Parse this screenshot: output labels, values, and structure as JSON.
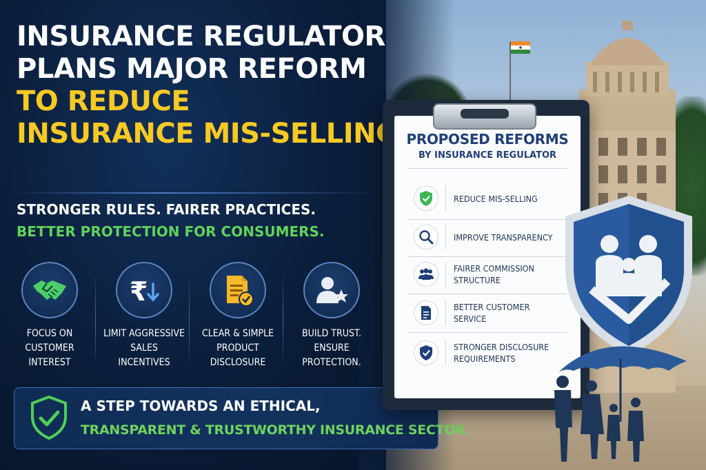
{
  "headline": {
    "line1": "INSURANCE REGULATOR",
    "line2": "PLANS MAJOR REFORM",
    "line3": "TO REDUCE",
    "line4": "INSURANCE MIS-SELLING"
  },
  "subheadline": {
    "line1": "STRONGER RULES. FAIRER PRACTICES.",
    "line2": "BETTER PROTECTION FOR CONSUMERS."
  },
  "features": [
    {
      "icon": "handshake-icon",
      "line1": "FOCUS ON",
      "line2": "CUSTOMER",
      "line3": "INTEREST"
    },
    {
      "icon": "rupee-down-icon",
      "line1": "LIMIT AGGRESSIVE",
      "line2": "SALES",
      "line3": "INCENTIVES"
    },
    {
      "icon": "document-check-icon",
      "line1": "CLEAR & SIMPLE",
      "line2": "PRODUCT",
      "line3": "DISCLOSURE"
    },
    {
      "icon": "person-star-icon",
      "line1": "BUILD TRUST.",
      "line2": "ENSURE",
      "line3": "PROTECTION."
    }
  ],
  "banner": {
    "line1": "A STEP TOWARDS AN ETHICAL,",
    "line2": "TRANSPARENT & TRUSTWORTHY INSURANCE SECTOR."
  },
  "clipboard": {
    "title": "PROPOSED REFORMS",
    "subtitle": "BY INSURANCE REGULATOR",
    "items": [
      {
        "icon": "shield-check-icon",
        "line1": "REDUCE MIS-SELLING",
        "line2": ""
      },
      {
        "icon": "magnifier-icon",
        "line1": "IMPROVE TRANSPARENCY",
        "line2": ""
      },
      {
        "icon": "people-group-icon",
        "line1": "FAIRER COMMISSION",
        "line2": "STRUCTURE"
      },
      {
        "icon": "document-icon",
        "line1": "BETTER CUSTOMER",
        "line2": "SERVICE"
      },
      {
        "icon": "shield-check-icon",
        "line1": "STRONGER DISCLOSURE",
        "line2": "REQUIREMENTS"
      }
    ]
  },
  "colors": {
    "navy": "#0a1c38",
    "yellow": "#f7c923",
    "green": "#5fd35a",
    "blue": "#1f3f78"
  }
}
